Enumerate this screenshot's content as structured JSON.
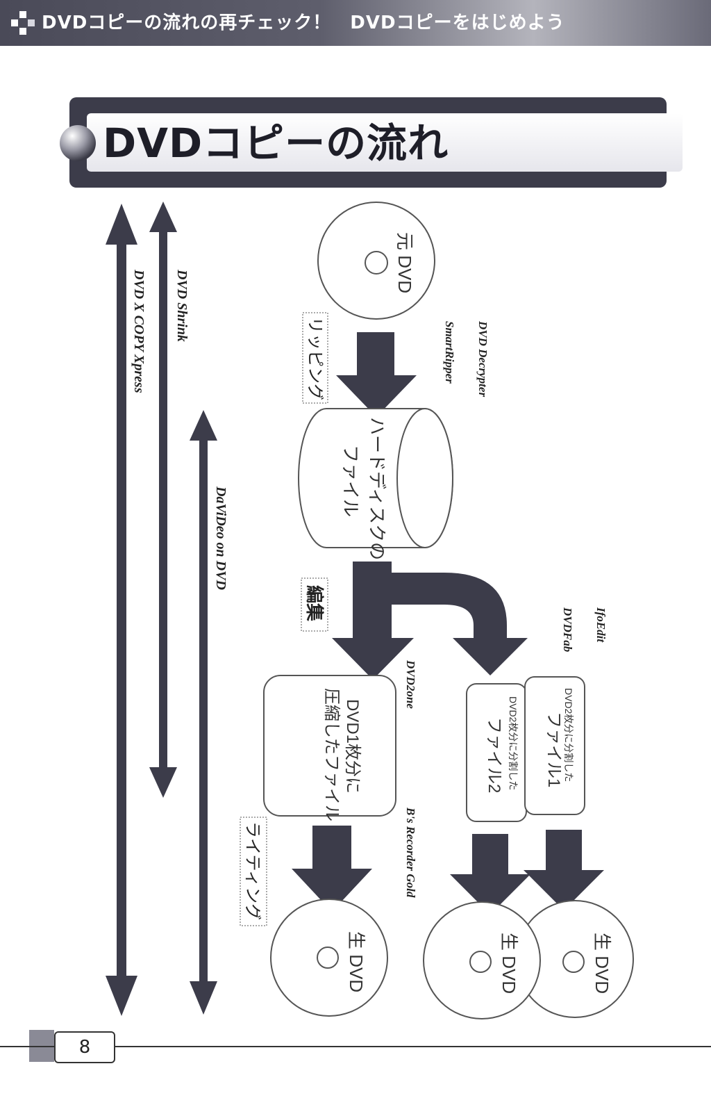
{
  "header": {
    "title": "DVDコピーの流れの再チェック！　DVDコピーをはじめよう"
  },
  "page_title": "DVDコピーの流れ",
  "tools": {
    "dvd_x_copy": "DVD X COPY Xpress",
    "dvd_shrink": "DVD Shrink",
    "davideo": "DaViDeo on DVD",
    "dvd_decrypter": "DVD Decrypter",
    "smartripper": "SmartRipper",
    "ifoedit": "IfoEdit",
    "dvdfab": "DVDFab",
    "dvd2one": "DVD2one",
    "bs_recorder": "B's Recorder Gold"
  },
  "steps": {
    "ripping": "リッピング",
    "editing": "編集",
    "writing": "ライティング"
  },
  "nodes": {
    "source_dvd": "元 DVD",
    "hdd_line1": "ハードディスクの",
    "hdd_line2": "ファイル",
    "compressed_line1": "DVD1枚分に",
    "compressed_line2": "圧縮したファイル",
    "split1_line1": "DVD2枚分に分割した",
    "split1_line2": "ファイル1",
    "split2_line1": "DVD2枚分に分割した",
    "split2_line2": "ファイル2",
    "blank_dvd": "生 DVD"
  },
  "footer": {
    "page_number": "8"
  }
}
